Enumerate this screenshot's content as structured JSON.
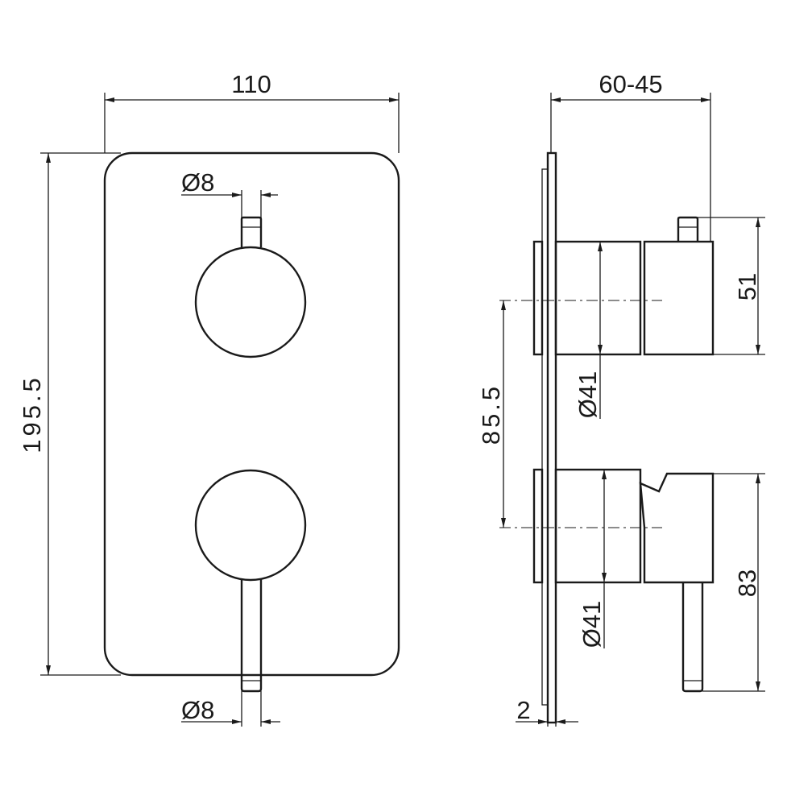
{
  "dimensions": {
    "front_width": "110",
    "front_height": "195.5",
    "top_spindle_dia": "Ø8",
    "bottom_spindle_dia": "Ø8",
    "side_depth": "60-45",
    "top_handle_height": "51",
    "handle_spacing": "85.5",
    "top_body_dia": "Ø41",
    "bottom_body_dia": "Ø41",
    "bottom_handle_height": "83",
    "plate_thickness": "2"
  },
  "colors": {
    "stroke": "#1a1a1a",
    "background": "#ffffff"
  }
}
